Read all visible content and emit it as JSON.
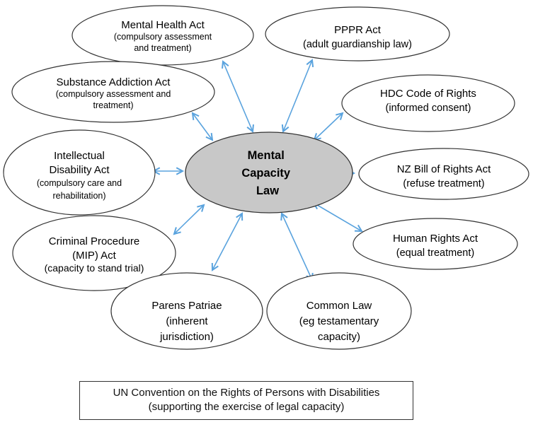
{
  "center": {
    "lines": [
      "Mental",
      "Capacity",
      "Law"
    ],
    "fill": "#c8c8c8"
  },
  "arrow_color": "#5aa3de",
  "nodes": [
    {
      "id": "mental-health-act",
      "title": [
        "Mental Health Act"
      ],
      "subtitle": [
        "(compulsory assessment",
        "and treatment)"
      ]
    },
    {
      "id": "pppr-act",
      "title": [
        "PPPR Act"
      ],
      "subtitle": [
        "(adult guardianship law)"
      ]
    },
    {
      "id": "substance-addiction-act",
      "title": [
        "Substance Addiction Act"
      ],
      "subtitle": [
        "(compulsory assessment and",
        "treatment)"
      ]
    },
    {
      "id": "hdc-code-of-rights",
      "title": [
        "HDC Code of Rights"
      ],
      "subtitle": [
        "(informed consent)"
      ]
    },
    {
      "id": "intellectual-disability-act",
      "title": [
        "Intellectual",
        "Disability Act"
      ],
      "subtitle": [
        "(compulsory care and",
        "rehabilitation)"
      ]
    },
    {
      "id": "nz-bill-of-rights-act",
      "title": [
        "NZ Bill of Rights Act"
      ],
      "subtitle": [
        "(refuse treatment)"
      ]
    },
    {
      "id": "criminal-procedure-act",
      "title": [
        "Criminal Procedure",
        "(MIP) Act"
      ],
      "subtitle": [
        "(capacity to stand trial)"
      ]
    },
    {
      "id": "human-rights-act",
      "title": [
        "Human Rights Act"
      ],
      "subtitle": [
        "(equal treatment)"
      ]
    },
    {
      "id": "parens-patriae",
      "title": [
        "Parens Patriae",
        "(inherent",
        "jurisdiction)"
      ],
      "subtitle": []
    },
    {
      "id": "common-law",
      "title": [
        "Common Law",
        "(eg testamentary",
        "capacity)"
      ],
      "subtitle": []
    }
  ],
  "footer": {
    "line1": "UN Convention on the Rights of Persons with Disabilities",
    "line2": "(supporting the exercise of legal capacity)"
  }
}
